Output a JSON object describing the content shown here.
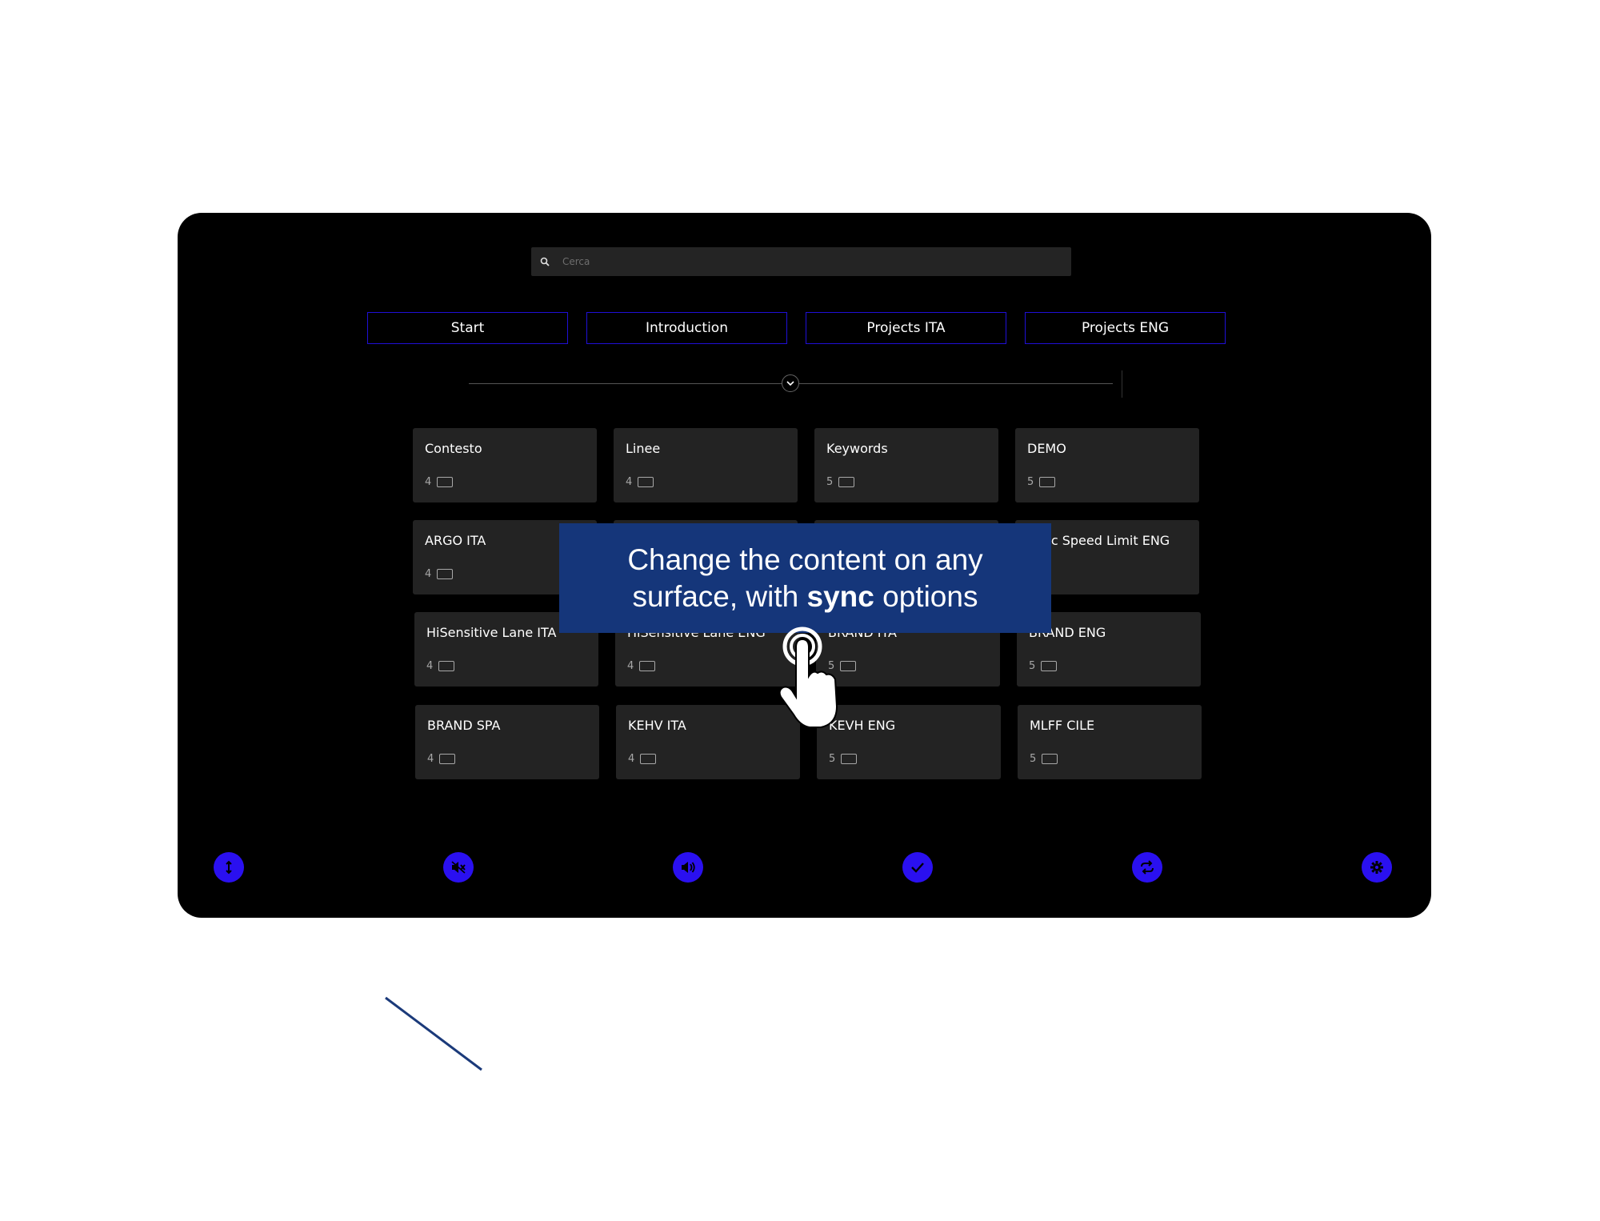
{
  "search": {
    "placeholder": "Cerca",
    "value": ""
  },
  "tabs": [
    {
      "label": "Start"
    },
    {
      "label": "Introduction"
    },
    {
      "label": "Projects ITA"
    },
    {
      "label": "Projects ENG"
    }
  ],
  "cards": [
    {
      "title": "Contesto",
      "count": "4"
    },
    {
      "title": "Linee",
      "count": "4"
    },
    {
      "title": "Keywords",
      "count": "5"
    },
    {
      "title": "DEMO",
      "count": "5"
    },
    {
      "title": "ARGO ITA",
      "count": "4"
    },
    {
      "title": "",
      "count": ""
    },
    {
      "title": "",
      "count": ""
    },
    {
      "title": "amic Speed Limit ENG",
      "count": ""
    },
    {
      "title": "HiSensitive Lane ITA",
      "count": "4"
    },
    {
      "title": "HiSensitive Lane ENG",
      "count": "4"
    },
    {
      "title": "BRAND ITA",
      "count": "5"
    },
    {
      "title": "BRAND ENG",
      "count": "5"
    },
    {
      "title": "BRAND SPA",
      "count": "4"
    },
    {
      "title": "KEHV ITA",
      "count": "4"
    },
    {
      "title": "KEVH ENG",
      "count": "5"
    },
    {
      "title": "MLFF CILE",
      "count": "5"
    }
  ],
  "toolbar": [
    {
      "icon": "vertical-arrows-icon"
    },
    {
      "icon": "mute-icon"
    },
    {
      "icon": "volume-icon"
    },
    {
      "icon": "check-icon"
    },
    {
      "icon": "sync-icon"
    },
    {
      "icon": "gear-icon"
    }
  ],
  "overlay": {
    "line1": "Change the content on any",
    "line2_before": "surface, with ",
    "line2_bold": "sync",
    "line2_after": " options"
  },
  "colors": {
    "device_bg": "#000000",
    "card_bg": "#232323",
    "accent_blue": "#2a10f0",
    "tab_border": "#1f0fd6",
    "overlay_bg": "#15367a",
    "deco_line": "#1b3a7a"
  }
}
